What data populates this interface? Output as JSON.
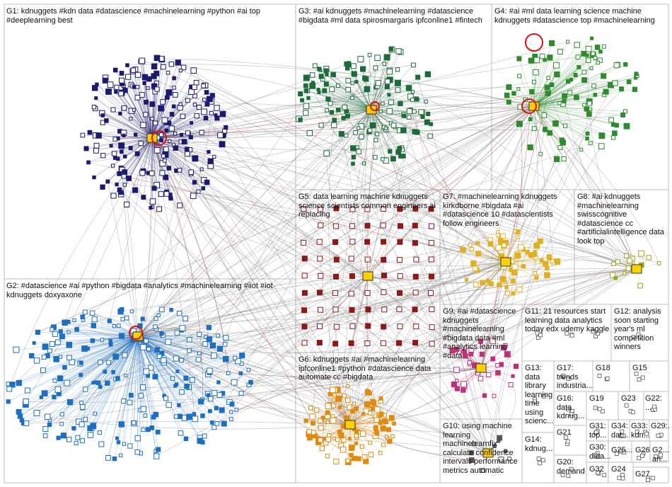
{
  "groups": [
    {
      "id": "G1",
      "label": "G1: kdnuggets #kdn data #datascience #machinelearning #python #ai top #deeplearning best",
      "color": "#1a1a6e"
    },
    {
      "id": "G2",
      "label": "G2: #datascience #ai #python #bigdata #analytics #machinelearning #iiot #iot kdnuggets doxyaxone",
      "color": "#1f6fc0"
    },
    {
      "id": "G3",
      "label": "G3: #ai kdnuggets #machinelearning #datascience #bigdata #ml data spirosmargaris ipfconline1 #fintech",
      "color": "#1d6b3a"
    },
    {
      "id": "G4",
      "label": "G4: #ai #ml data learning science machine kdnuggets #datascience top #machinelearning",
      "color": "#2e8b2e"
    },
    {
      "id": "G5",
      "label": "G5: data learning machine kdnuggets science scientists common engineers ai replacing",
      "color": "#8b1a1a"
    },
    {
      "id": "G6",
      "label": "G6: kdnuggets #ai #machinelearning ipfconline1 #python #datascience data automate cc #bigdata",
      "color": "#e08a10"
    },
    {
      "id": "G7",
      "label": "G7: #machinelearning kdnuggets kirkdborne #bigdata #ai #datascience 10 #datascientists follow engineers",
      "color": "#e0b020"
    },
    {
      "id": "G8",
      "label": "G8: #ai kdnuggets #machinelearning swisscognitive #datascience cc #artificialintelligence data look top",
      "color": "#9aa820"
    },
    {
      "id": "G9",
      "label": "G9: #ai #datascience kdnuggets #machinelearning #bigdata data #ml #analytics learning #data",
      "color": "#c0307a"
    },
    {
      "id": "G10",
      "label": "G10: using machine learning machinelearnfix calculate confidence intervals performance metrics automatic",
      "color": "#555555"
    },
    {
      "id": "G11",
      "label": "G11: 21 resources start learning data analytics today edx udemy kaggle",
      "color": "#7a4ea0"
    },
    {
      "id": "G12",
      "label": "G12: analysis soon starting year's ml competition winners",
      "color": "#404040"
    },
    {
      "id": "G13",
      "label": "G13: data library learning time using scienc...",
      "color": "#404040"
    },
    {
      "id": "G14",
      "label": "G14: kdnug...",
      "color": "#404040"
    },
    {
      "id": "G15",
      "label": "G15",
      "color": "#404040"
    },
    {
      "id": "G16",
      "label": "G16: data kdnug...",
      "color": "#404040"
    },
    {
      "id": "G17",
      "label": "G17: trends industria...",
      "color": "#404040"
    },
    {
      "id": "G18",
      "label": "G18",
      "color": "#404040"
    },
    {
      "id": "G19",
      "label": "G19",
      "color": "#404040"
    },
    {
      "id": "G20",
      "label": "G20: demand",
      "color": "#404040"
    },
    {
      "id": "G21",
      "label": "G21",
      "color": "#404040"
    },
    {
      "id": "G22",
      "label": "G22: ...",
      "color": "#404040"
    },
    {
      "id": "G23",
      "label": "G23",
      "color": "#404040"
    },
    {
      "id": "G24",
      "label": "G24",
      "color": "#404040"
    },
    {
      "id": "G25",
      "label": "G25...",
      "color": "#404040"
    },
    {
      "id": "G26",
      "label": "G26",
      "color": "#404040"
    },
    {
      "id": "G27",
      "label": "G27",
      "color": "#404040"
    },
    {
      "id": "G29",
      "label": "G29:...",
      "color": "#404040"
    },
    {
      "id": "G30",
      "label": "G30: data...",
      "color": "#404040"
    },
    {
      "id": "G31",
      "label": "G31: top...",
      "color": "#404040"
    },
    {
      "id": "G32",
      "label": "G32",
      "color": "#404040"
    },
    {
      "id": "G33",
      "label": "G33: kdn...",
      "color": "#404040"
    },
    {
      "id": "G34",
      "label": "G34: dat...",
      "color": "#404040"
    },
    {
      "id": "G2x",
      "label": "G2... an...",
      "color": "#404040"
    }
  ]
}
